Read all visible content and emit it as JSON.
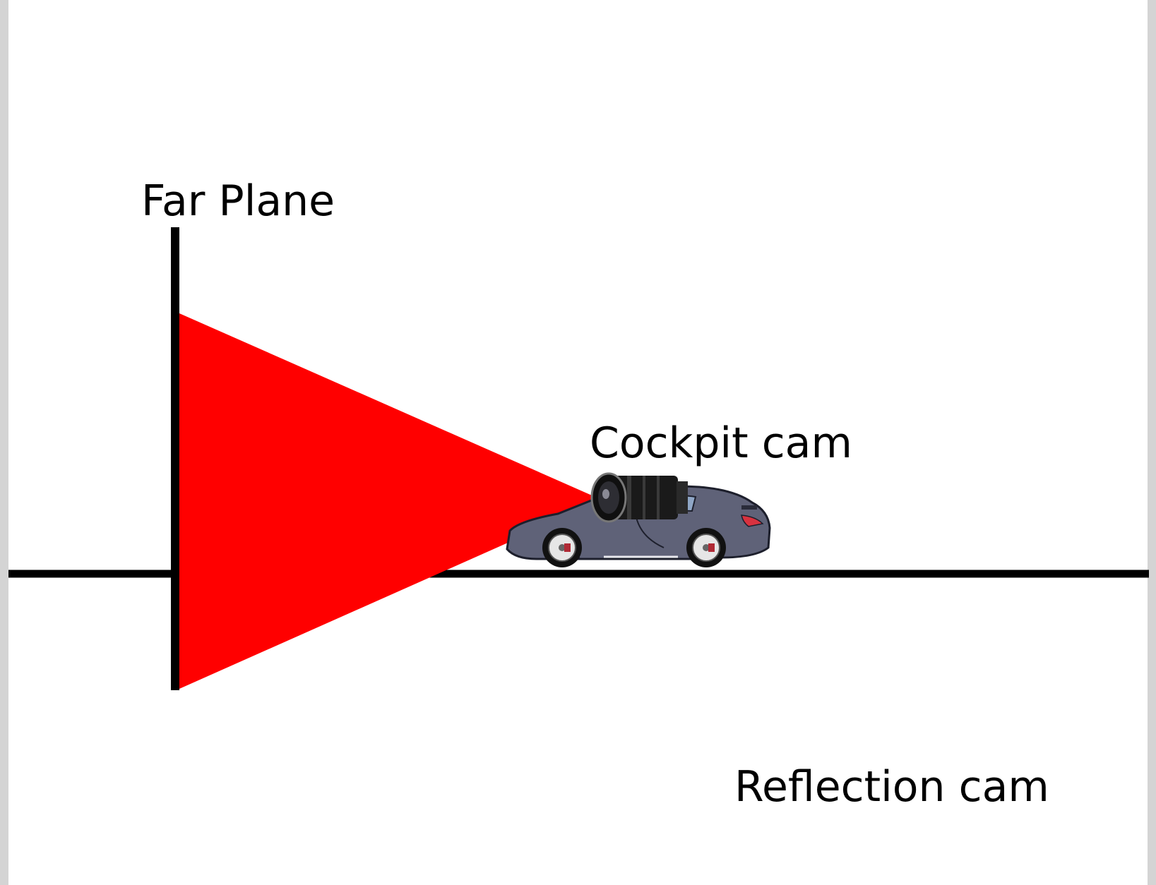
{
  "diagram": {
    "labels": {
      "far_plane": "Far Plane",
      "cockpit_cam": "Cockpit cam",
      "reflection_cam": "Reflection cam"
    },
    "colors": {
      "frustum": "#ff0000",
      "line": "#000000",
      "background": "#ffffff",
      "page_border": "#d4d4d4",
      "car_body": "#5f6278",
      "lens_body": "#1a1a1a"
    },
    "icons": {
      "car": "sports-car-icon",
      "camera": "camera-lens-icon"
    }
  }
}
